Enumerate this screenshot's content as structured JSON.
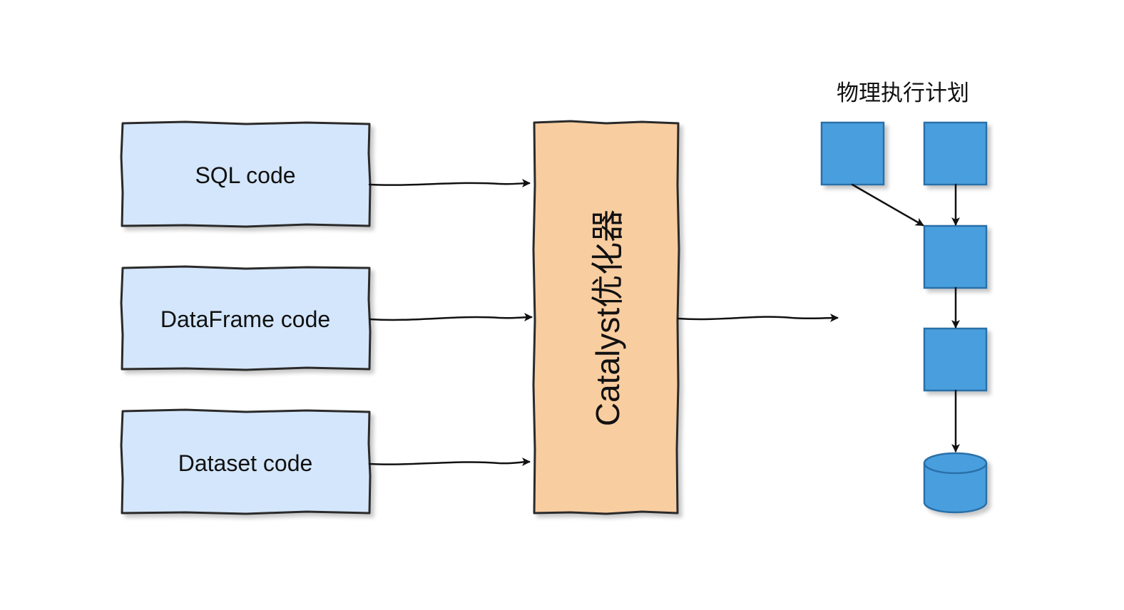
{
  "inputs": [
    {
      "label": "SQL code"
    },
    {
      "label": "DataFrame code"
    },
    {
      "label": "Dataset code"
    }
  ],
  "optimizer": {
    "label": "Catalyst优化器"
  },
  "plan": {
    "title": "物理执行计划"
  },
  "colors": {
    "input_fill": "#d4e6fb",
    "optimizer_fill": "#f8cda0",
    "plan_node_fill": "#4a9fde",
    "plan_node_stroke": "#2a6fa8",
    "outline": "#2b2b2b"
  }
}
